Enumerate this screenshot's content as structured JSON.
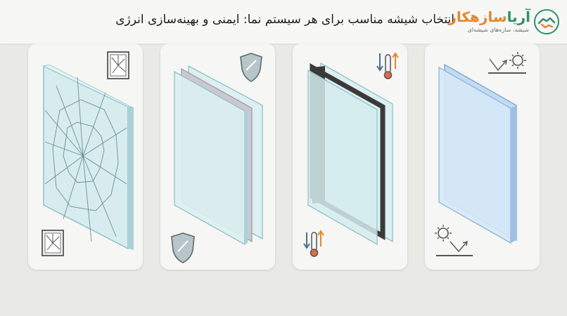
{
  "header": {
    "title": "انتخاب شیشه مناسب برای هر سیستم نما: ایمنی و بهینه‌سازی انرژی",
    "logo": {
      "name_part1": "آریا",
      "name_part2": "سازه",
      "name_part3": "کار",
      "tagline": "شیشه، سازه‌های شیشه‌ای",
      "icon": "handshake-icon"
    }
  },
  "panels": [
    {
      "id": "tempered",
      "icons": [
        "broken-glass-icon",
        "broken-glass-icon"
      ]
    },
    {
      "id": "laminated",
      "icons": [
        "shield-icon",
        "shield-icon"
      ]
    },
    {
      "id": "double-glazed",
      "icons": [
        "thermometer-icon",
        "thermometer-icon"
      ]
    },
    {
      "id": "low-e",
      "icons": [
        "sun-reflection-icon",
        "sun-reflection-icon"
      ]
    }
  ],
  "colors": {
    "glass": "#cfe6ea",
    "glass_edge": "#8fc2c9",
    "accent_green": "#2f8f6d",
    "accent_orange": "#e3872c",
    "spacer": "#3a3a3a",
    "lowe_blue": "#b9d3ef"
  }
}
